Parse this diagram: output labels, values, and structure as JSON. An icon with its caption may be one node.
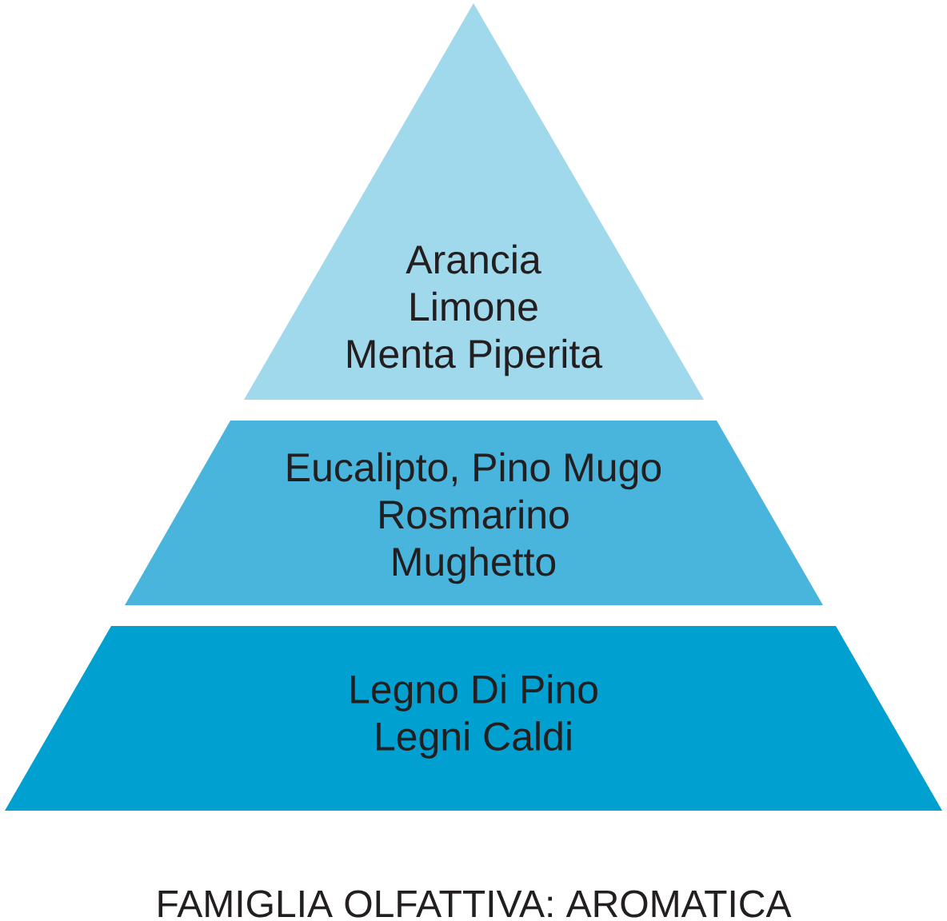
{
  "diagram": {
    "caption": "FAMIGLIA OLFATTIVA: AROMATICA",
    "nodes": [
      {
        "text": [
          "Arancia",
          "Limone",
          "Menta Piperita"
        ]
      },
      {
        "text": [
          "Eucalipto, Pino Mugo",
          "Rosmarino",
          "Mughetto"
        ]
      },
      {
        "text": [
          "Legno Di Pino",
          "Legni Caldi"
        ]
      }
    ]
  }
}
